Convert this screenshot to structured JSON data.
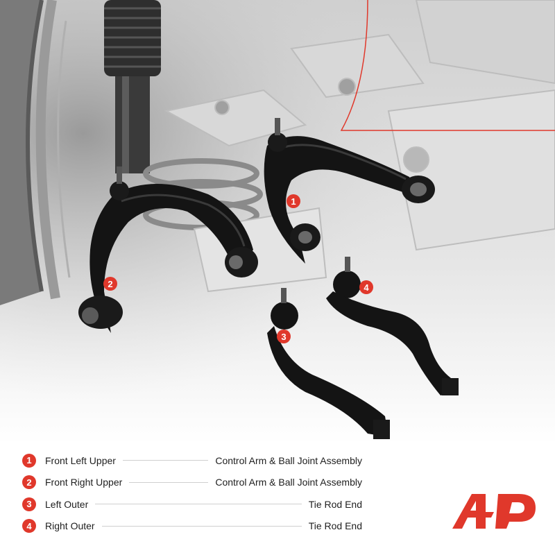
{
  "markers": [
    "1",
    "2",
    "3",
    "4"
  ],
  "legend": [
    {
      "num": "1",
      "label": "Front Left Upper",
      "desc": "Control Arm & Ball Joint Assembly"
    },
    {
      "num": "2",
      "label": "Front Right Upper",
      "desc": "Control Arm & Ball Joint Assembly"
    },
    {
      "num": "3",
      "label": "Left Outer",
      "desc": "Tie Rod End"
    },
    {
      "num": "4",
      "label": "Right Outer",
      "desc": "Tie Rod End"
    }
  ],
  "colors": {
    "accent": "#e0382b",
    "text": "#1e1e1e",
    "part": "#141414",
    "background_photo": "#c8c8c8"
  },
  "icons": [
    "brand-logo-icon",
    "strut-spring-icon",
    "tire-icon"
  ]
}
